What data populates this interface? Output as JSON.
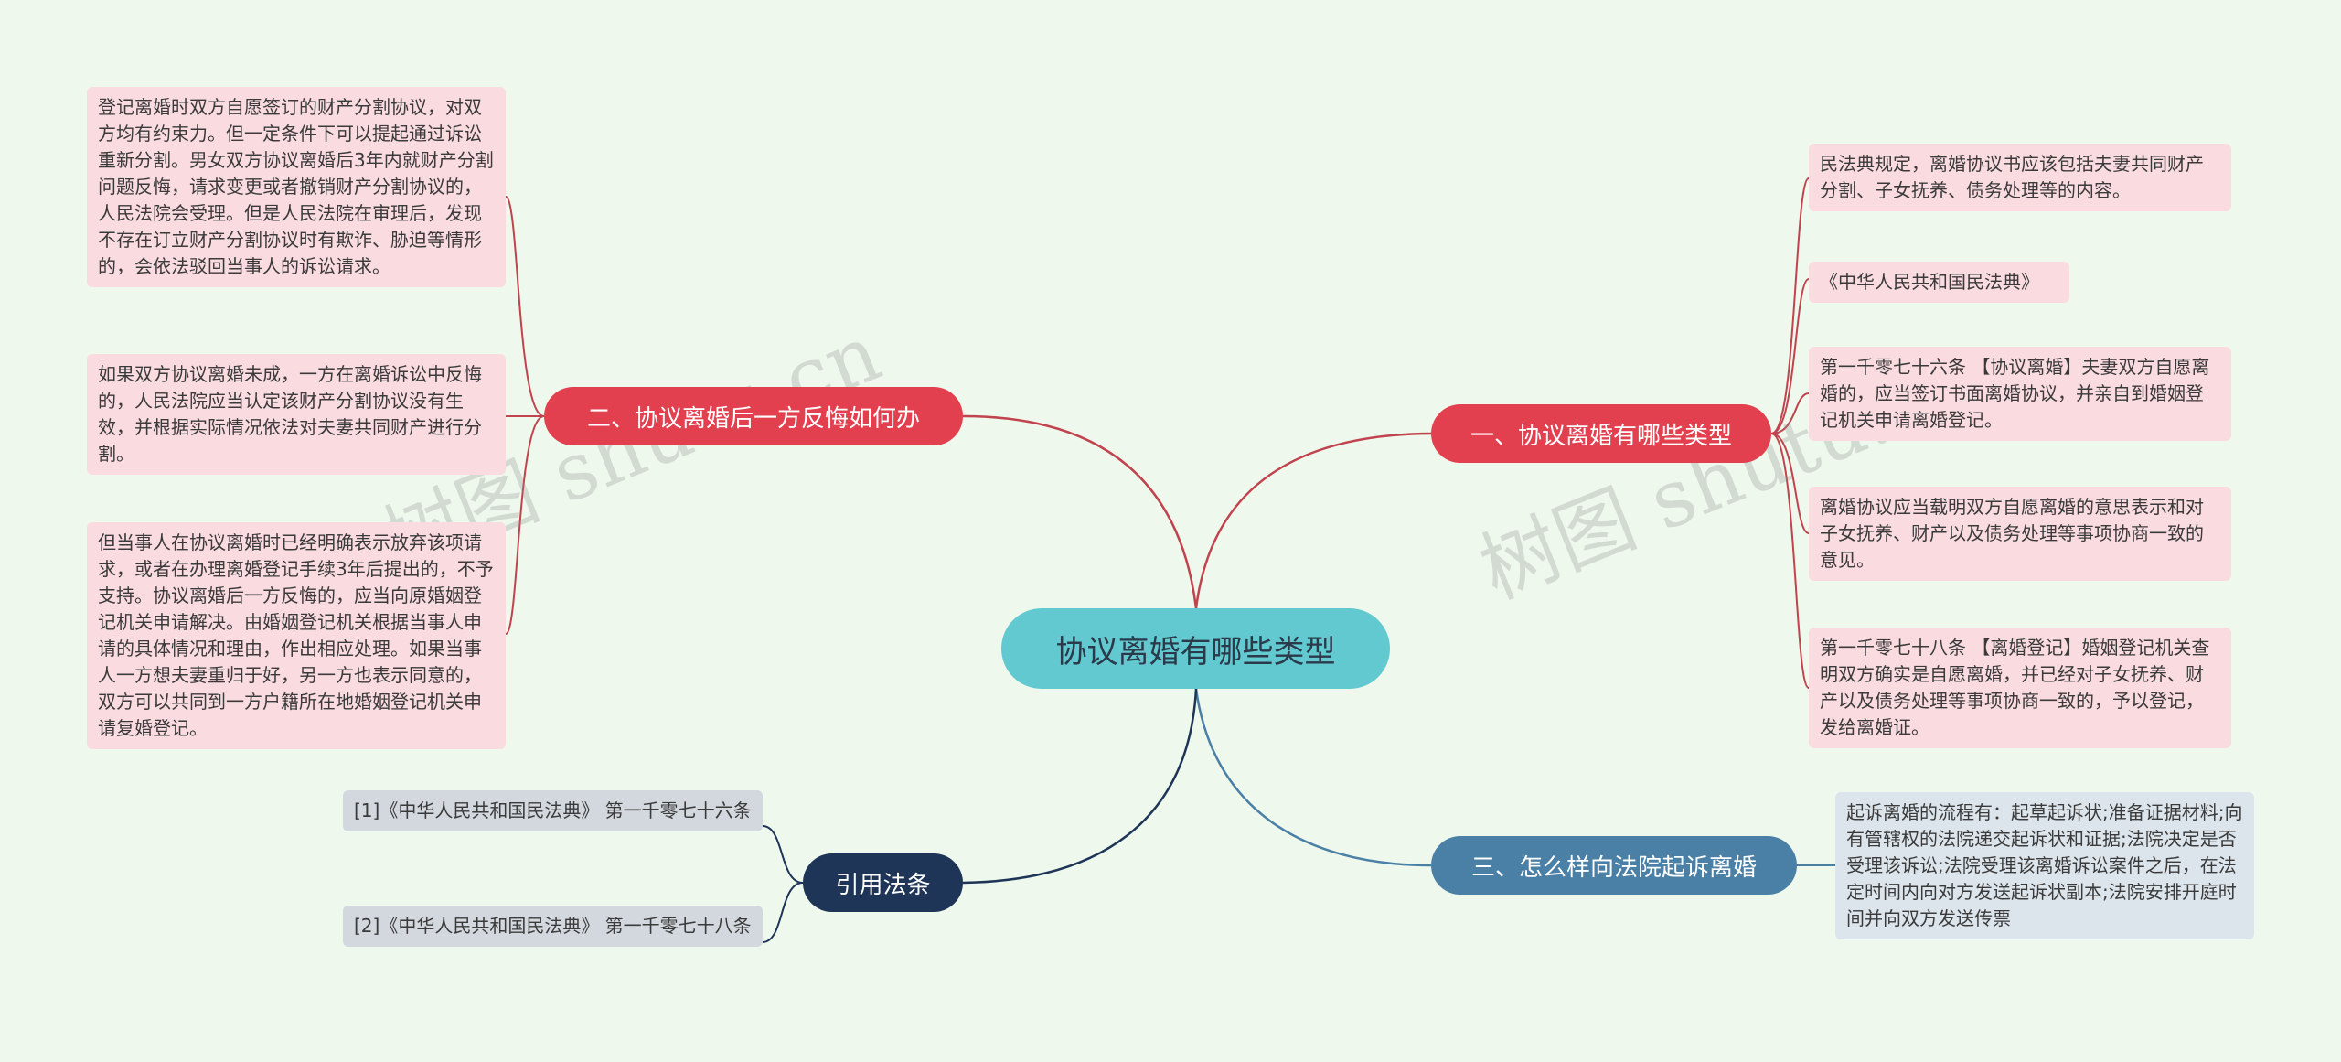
{
  "center": {
    "label": "协议离婚有哪些类型"
  },
  "branches": {
    "b1": {
      "label": "一、协议离婚有哪些类型",
      "leaves": [
        "民法典规定，离婚协议书应该包括夫妻共同财产分割、子女抚养、债务处理等的内容。",
        "《中华人民共和国民法典》",
        "第一千零七十六条 【协议离婚】夫妻双方自愿离婚的，应当签订书面离婚协议，并亲自到婚姻登记机关申请离婚登记。",
        "离婚协议应当载明双方自愿离婚的意思表示和对子女抚养、财产以及债务处理等事项协商一致的意见。",
        "第一千零七十八条 【离婚登记】婚姻登记机关查明双方确实是自愿离婚，并已经对子女抚养、财产以及债务处理等事项协商一致的，予以登记，发给离婚证。"
      ]
    },
    "b2": {
      "label": "二、协议离婚后一方反悔如何办",
      "leaves": [
        "登记离婚时双方自愿签订的财产分割协议，对双方均有约束力。但一定条件下可以提起通过诉讼重新分割。男女双方协议离婚后3年内就财产分割问题反悔，请求变更或者撤销财产分割协议的，人民法院会受理。但是人民法院在审理后，发现不存在订立财产分割协议时有欺诈、胁迫等情形的，会依法驳回当事人的诉讼请求。",
        "如果双方协议离婚未成，一方在离婚诉讼中反悔的，人民法院应当认定该财产分割协议没有生效，并根据实际情况依法对夫妻共同财产进行分割。",
        "但当事人在协议离婚时已经明确表示放弃该项请求，或者在办理离婚登记手续3年后提出的，不予支持。协议离婚后一方反悔的，应当向原婚姻登记机关申请解决。由婚姻登记机关根据当事人申请的具体情况和理由，作出相应处理。如果当事人一方想夫妻重归于好，另一方也表示同意的，双方可以共同到一方户籍所在地婚姻登记机关申请复婚登记。"
      ]
    },
    "b3": {
      "label": "三、怎么样向法院起诉离婚",
      "leaves": [
        "起诉离婚的流程有：起草起诉状;准备证据材料;向有管辖权的法院递交起诉状和证据;法院决定是否受理该诉讼;法院受理该离婚诉讼案件之后，在法定时间内向对方发送起诉状副本;法院安排开庭时间并向双方发送传票"
      ]
    },
    "b4": {
      "label": "引用法条",
      "leaves": [
        "[1]《中华人民共和国民法典》 第一千零七十六条",
        "[2]《中华人民共和国民法典》 第一千零七十八条"
      ]
    }
  },
  "watermarks": [
    "树图 shutu.cn",
    "树图 shutu.cn"
  ],
  "colors": {
    "background": "#eef8ec",
    "center": "#63c9d0",
    "red_branch": "#e2404f",
    "blue_branch": "#4a7fa6",
    "navy_branch": "#1e3557",
    "pink_leaf": "#fadbe0",
    "grey_leaf": "#d3d8df",
    "lightblue_leaf": "#dde5ec"
  }
}
